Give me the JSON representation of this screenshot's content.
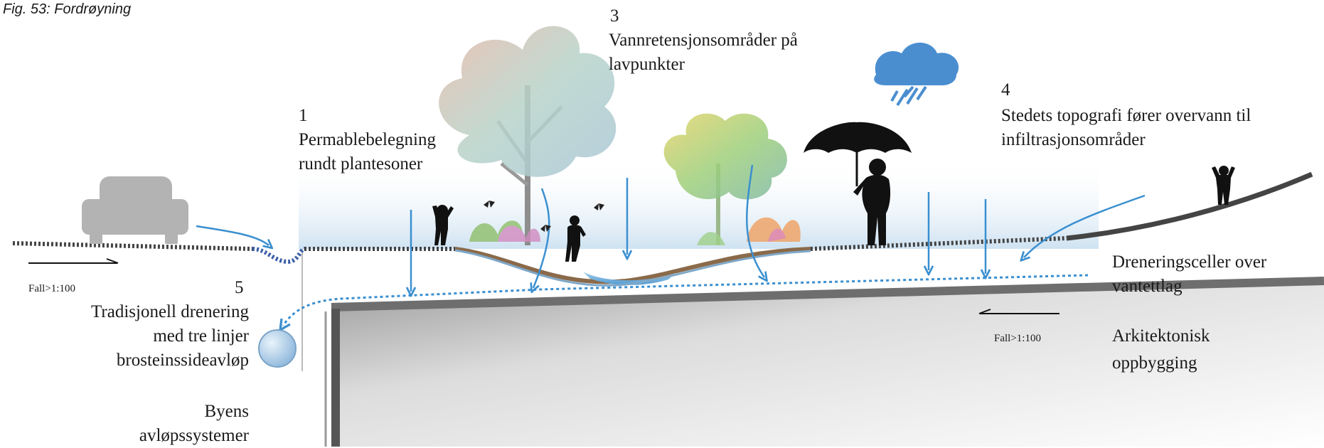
{
  "figure_caption": "Fig. 53: Fordrøyning",
  "labels": {
    "n1": "1",
    "l1a": "Permablebelegning",
    "l1b": "rundt plantesoner",
    "n3": "3",
    "l3a": "Vannretensjonsområder på",
    "l3b": "lavpunkter",
    "n4": "4",
    "l4a": "Stedets topografi fører overvann til",
    "l4b": "infiltrasjonsområder",
    "n5": "5",
    "l5a": "Tradisjonell drenering",
    "l5b": "med tre linjer",
    "l5c": "brosteinssideavløp",
    "byens_a": "Byens",
    "byens_b": "avløpssystemer",
    "dren_a": "Dreneringsceller over",
    "dren_b": "vantettlag",
    "arki_a": "Arkitektonisk",
    "arki_b": "oppbygging",
    "fall_left": "Fall>1:100",
    "fall_right": "Fall>1:100"
  },
  "colors": {
    "water": "#3a8fd0",
    "ground": "#555555",
    "silhouette": "#111111",
    "sky_blue": "#d8e8f4",
    "car": "#b3b3b3"
  },
  "icons": [
    "car-icon",
    "rain-cloud-icon",
    "umbrella-icon",
    "tree-icon",
    "butterfly-icon",
    "child-icon",
    "person-icon",
    "drain-pipe-icon"
  ]
}
